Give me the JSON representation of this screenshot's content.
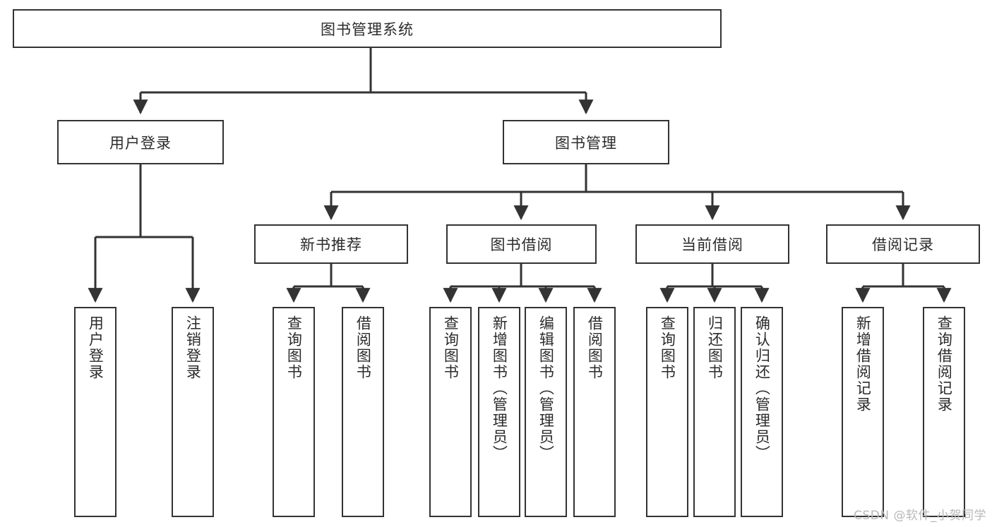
{
  "diagram": {
    "type": "tree-hierarchy",
    "title": "图书管理系统",
    "watermark": "CSDN @软件_小贺同学",
    "colors": {
      "box_border": "#333333",
      "box_fill": "#ffffff",
      "line": "#333333",
      "text": "#2b2b2b",
      "watermark": "#b8b8b8",
      "background": "#ffffff"
    },
    "levels": {
      "root": {
        "label": "图书管理系统"
      },
      "level2": [
        {
          "label": "用户登录"
        },
        {
          "label": "图书管理"
        }
      ],
      "level3": [
        {
          "label": "新书推荐"
        },
        {
          "label": "图书借阅"
        },
        {
          "label": "当前借阅"
        },
        {
          "label": "借阅记录"
        }
      ],
      "leaves": {
        "user_login": [
          {
            "label": "用户登录"
          },
          {
            "label": "注销登录"
          }
        ],
        "new_book": [
          {
            "label": "查询图书"
          },
          {
            "label": "借阅图书"
          }
        ],
        "borrow_book": [
          {
            "label": "查询图书"
          },
          {
            "label": "新增图书（管理员）"
          },
          {
            "label": "编辑图书（管理员）"
          },
          {
            "label": "借阅图书"
          }
        ],
        "current_borrow": [
          {
            "label": "查询图书"
          },
          {
            "label": "归还图书"
          },
          {
            "label": "确认归还（管理员）"
          }
        ],
        "borrow_record": [
          {
            "label": "新增借阅记录"
          },
          {
            "label": "查询借阅记录"
          }
        ]
      }
    }
  }
}
